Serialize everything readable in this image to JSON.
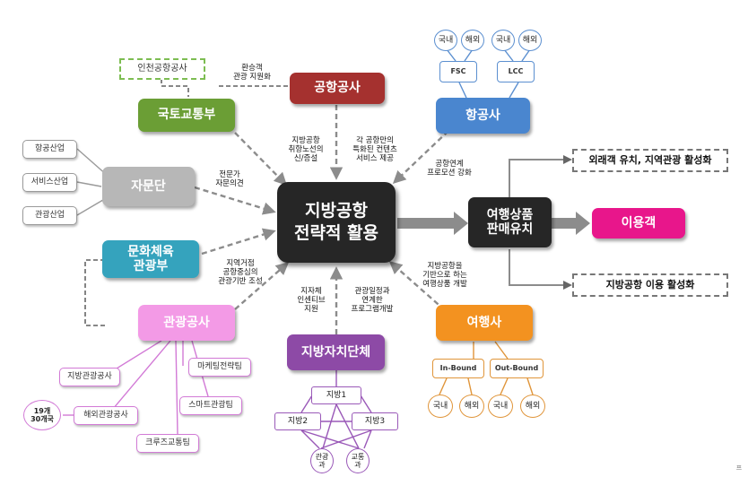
{
  "center": "지방공항\n전략적 활용",
  "nodes": {
    "airport_corp": "공항공사",
    "molit": "국토교통부",
    "incheon": "인천공항공사",
    "advisory": "자문단",
    "mcst": "문화체육\n관광부",
    "kto": "관광공사",
    "local_gov": "지방자치단체",
    "airline": "항공사",
    "travel_agency": "여행사",
    "product": "여행상품\n판매유치",
    "customer": "이용객",
    "attract": "외래객 유치, 지역관광 활성화",
    "activate": "지방공항 이용 활성화"
  },
  "advisory_items": [
    "항공산업",
    "서비스산업",
    "관광산업"
  ],
  "kto_items": {
    "local_tourism_org": "지방관광공사",
    "overseas_branch": "해외관광공사",
    "branch_count": "19개\n30개국",
    "marketing": "마케팅전략팀",
    "smart": "스마트관광팀",
    "cruise": "크루즈교통팀"
  },
  "airline_items": {
    "fsc": "FSC",
    "lcc": "LCC",
    "fsc_dom": "국내",
    "fsc_intl": "해외",
    "lcc_dom": "국내",
    "lcc_intl": "해외"
  },
  "agency_items": {
    "inbound": "In-Bound",
    "outbound": "Out-Bound",
    "in_dom": "국내",
    "in_intl": "해외",
    "out_dom": "국내",
    "out_intl": "해외"
  },
  "local_items": {
    "region1": "지방1",
    "region2": "지방2",
    "region3": "지방3",
    "tourism_div": "관광\n과",
    "transport_div": "교통\n과"
  },
  "labels": {
    "transfer_support": "환승객\n관광 지원화",
    "route_expansion": "지방공항\n취항노선의\n신/증설",
    "special_content": "각 공항만의\n특화된 컨텐츠\n서비스 제공",
    "promotion": "공항연계\n프로모션 강화",
    "expert_opinion": "전문가\n자문의견",
    "tourism_base": "지역거점\n공항중심의\n관광기반 조성",
    "incentive": "지자체\n인센티브\n지원",
    "schedule_program": "관광일정과\n연계한\n프로그램개발",
    "product_dev": "지방공항을\n기반으로 하는\n여행상품 개발",
    "corner_mark": "프"
  },
  "colors": {
    "center": "#262626",
    "airport_corp": "#a5312f",
    "molit": "#6b9e35",
    "advisory": "#b7b7b7",
    "mcst": "#35a3bd",
    "kto": "#f39ae6",
    "local_gov": "#8d4aa6",
    "airline": "#4a86cf",
    "travel_agency": "#f39220",
    "product": "#262626",
    "customer": "#e8168b"
  }
}
